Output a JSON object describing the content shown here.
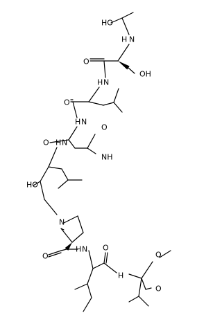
{
  "molecule": {
    "atoms": {
      "a1": "HO",
      "a2": "N",
      "a3": "O",
      "a4": "OH",
      "a5": "H",
      "a6": "N",
      "a7": "O",
      "a8": "H",
      "a9": "O",
      "a10": "NH",
      "a11": "N",
      "a12": "O",
      "a13": "N",
      "a14": "H",
      "a15": "O",
      "a16": "N",
      "a17": "H",
      "a18": "O",
      "a19": "N",
      "a20": "H",
      "a21": "O",
      "a22": "O",
      "a23": "HO",
      "a24": "H"
    }
  }
}
